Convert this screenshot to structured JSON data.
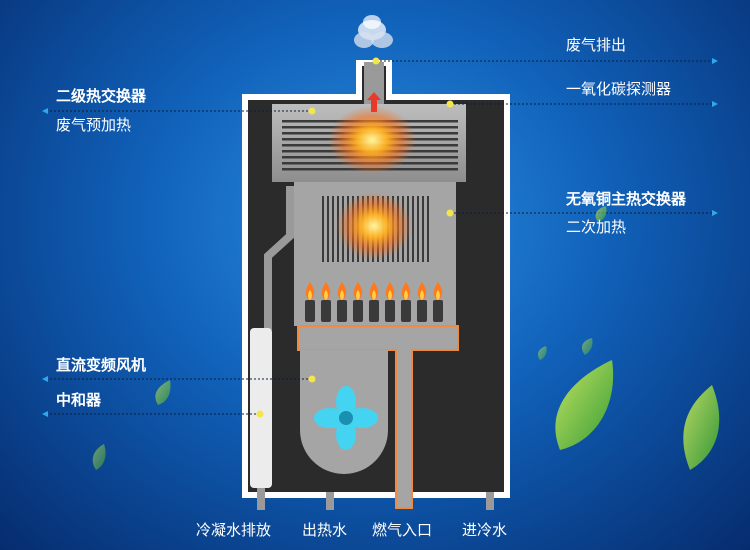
{
  "left_labels": {
    "secondary_exchanger_title": "二级热交换器",
    "secondary_exchanger_desc": "废气预加热",
    "fan": "直流变频风机",
    "neutralizer": "中和器"
  },
  "right_labels": {
    "exhaust": "废气排出",
    "co_detector": "一氧化碳探测器",
    "primary_exchanger_title": "无氧铜主热交换器",
    "primary_exchanger_desc": "二次加热"
  },
  "bottom_labels": [
    "冷凝水排放",
    "出热水",
    "燃气入口",
    "进冷水"
  ],
  "colors": {
    "background_center": "#2a8fe0",
    "background_edge": "#062c6e",
    "housing_fill": "#2b2b2b",
    "housing_border": "#ffffff",
    "metal": "#a9a9a9",
    "flame": "#ff7a1a",
    "pipe_outline": "#f08a3c",
    "fan_blade": "#45d3f2",
    "leader_dot": "#f2e64a"
  },
  "icons": [
    "flame-icon",
    "fan-icon",
    "leaf-icon",
    "up-arrow-icon",
    "smoke-icon"
  ]
}
